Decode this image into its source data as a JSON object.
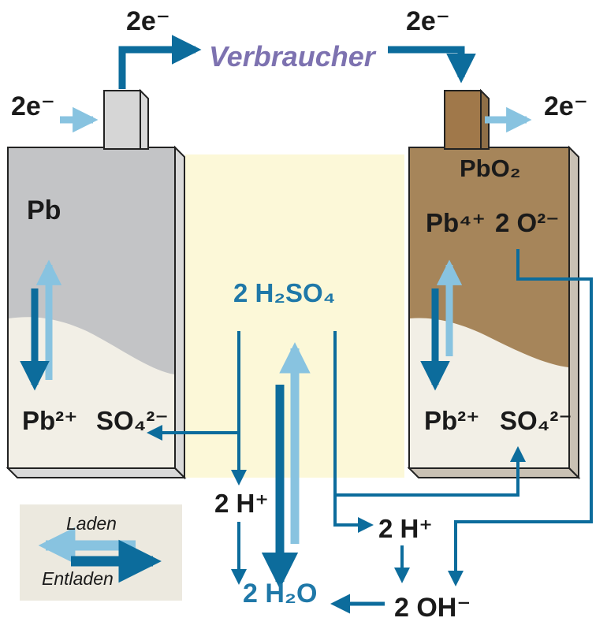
{
  "electrons": {
    "top_left": "2e⁻",
    "top_right": "2e⁻",
    "side_left": "2e⁻",
    "side_right": "2e⁻"
  },
  "consumer_label": "Verbraucher",
  "left_electrode": {
    "material": "Pb",
    "ion": "Pb²⁺",
    "sulfate": "SO₄²⁻"
  },
  "right_electrode": {
    "material": "PbO₂",
    "ion_pb": "Pb⁴⁺",
    "ion_o": "2 O²⁻",
    "ion": "Pb²⁺",
    "sulfate": "SO₄²⁻"
  },
  "electrolyte": {
    "acid": "2 H₂SO₄",
    "protons_left": "2 H⁺",
    "protons_right": "2 H⁺",
    "water": "2 H₂O",
    "hydroxide": "2 OH⁻"
  },
  "legend": {
    "charge": "Laden",
    "discharge": "Entladen"
  },
  "colors": {
    "dark_blue": "#0c6c9c",
    "light_blue": "#88c3e0",
    "lead_grey": "#c3c4c6",
    "lead_oxide_brown": "#a6855a",
    "electrolyte_yellow": "#fcf8d8",
    "sulfate_layer": "#f2efe6"
  }
}
